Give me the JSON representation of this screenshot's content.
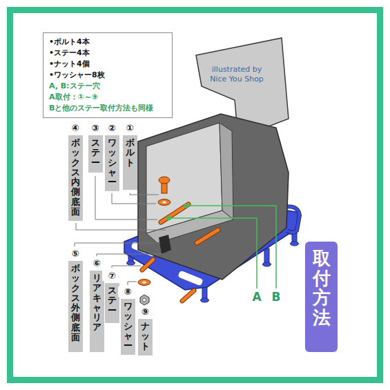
{
  "diagram": {
    "nodes": [
      {
        "text": [
          "•ボルト4本",
          "•ステー4本",
          "•ナット4個",
          "•ワッシャー8枚",
          "A, B:ステー穴",
          "A取付：①～⑨",
          "Bと他のステー取付方法も同様"
        ]
      },
      {
        "text": [
          "④",
          "ボックス内側底面"
        ]
      },
      {
        "text": [
          "③",
          "ステー"
        ]
      },
      {
        "text": [
          "②",
          "ワッシャー"
        ]
      },
      {
        "text": [
          "①",
          "ボルト"
        ]
      },
      {
        "text": [
          "⑤",
          "ボックス外側底面"
        ]
      },
      {
        "text": [
          "⑥",
          "リアキャリア"
        ]
      },
      {
        "text": [
          "⑦",
          "ステー"
        ]
      },
      {
        "text": [
          "⑧",
          "ワッシャー"
        ]
      },
      {
        "text": [
          "⑨",
          "ナット"
        ]
      },
      {
        "text": [
          "取付方法"
        ]
      }
    ],
    "labels": [
      "illustrated by Nice You Shop",
      "A",
      "B"
    ]
  }
}
